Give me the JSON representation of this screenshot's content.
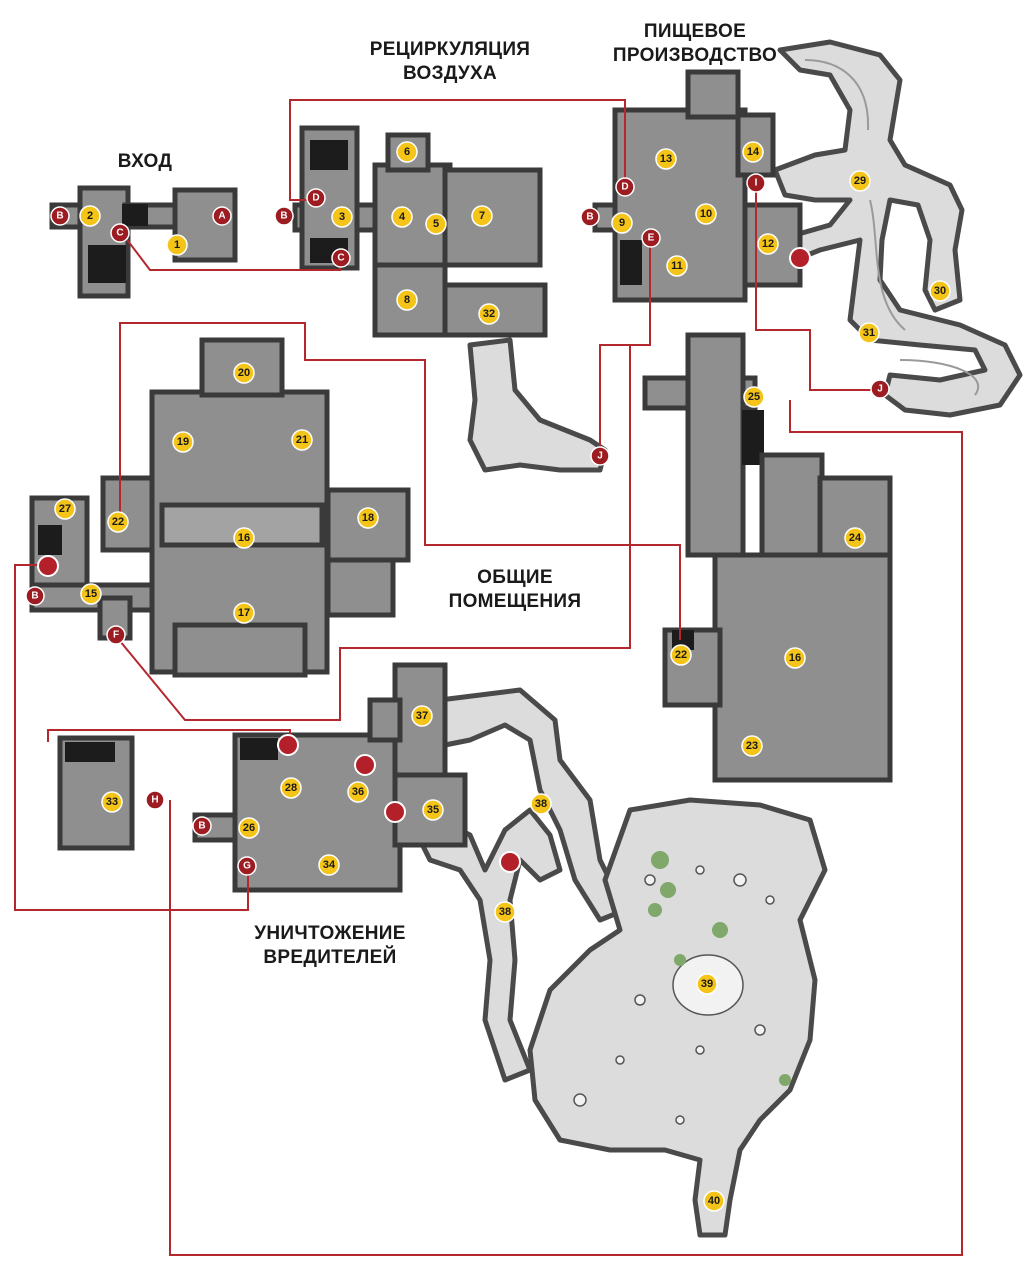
{
  "areas": {
    "entrance": "ВХОД",
    "air_recycling": "РЕЦИРКУЛЯЦИЯ ВОЗДУХА",
    "food_production": "ПИЩЕВОЕ ПРОИЗВОДСТВО",
    "common_rooms": "ОБЩИЕ ПОМЕЩЕНИЯ",
    "pest_control": "УНИЧТОЖЕНИЕ ВРЕДИТЕЛЕЙ"
  },
  "room_numbers": [
    "1",
    "2",
    "3",
    "4",
    "5",
    "6",
    "7",
    "8",
    "9",
    "10",
    "11",
    "12",
    "13",
    "14",
    "15",
    "16",
    "16",
    "17",
    "18",
    "19",
    "20",
    "21",
    "22",
    "22",
    "23",
    "24",
    "25",
    "26",
    "28",
    "29",
    "30",
    "31",
    "32",
    "33",
    "34",
    "35",
    "36",
    "37",
    "38",
    "38",
    "39",
    "40",
    "27"
  ],
  "connector_letters": [
    "A",
    "B",
    "B",
    "B",
    "B",
    "B",
    "C",
    "C",
    "D",
    "D",
    "E",
    "F",
    "G",
    "H",
    "I",
    "J",
    "J"
  ],
  "colors": {
    "room_number_dot": "#f4c418",
    "connector_letter_dot": "#9c1c22",
    "connection_line": "#b3282d",
    "room_floor": "#8f8f8f",
    "cave_floor": "#dcdcdc"
  }
}
